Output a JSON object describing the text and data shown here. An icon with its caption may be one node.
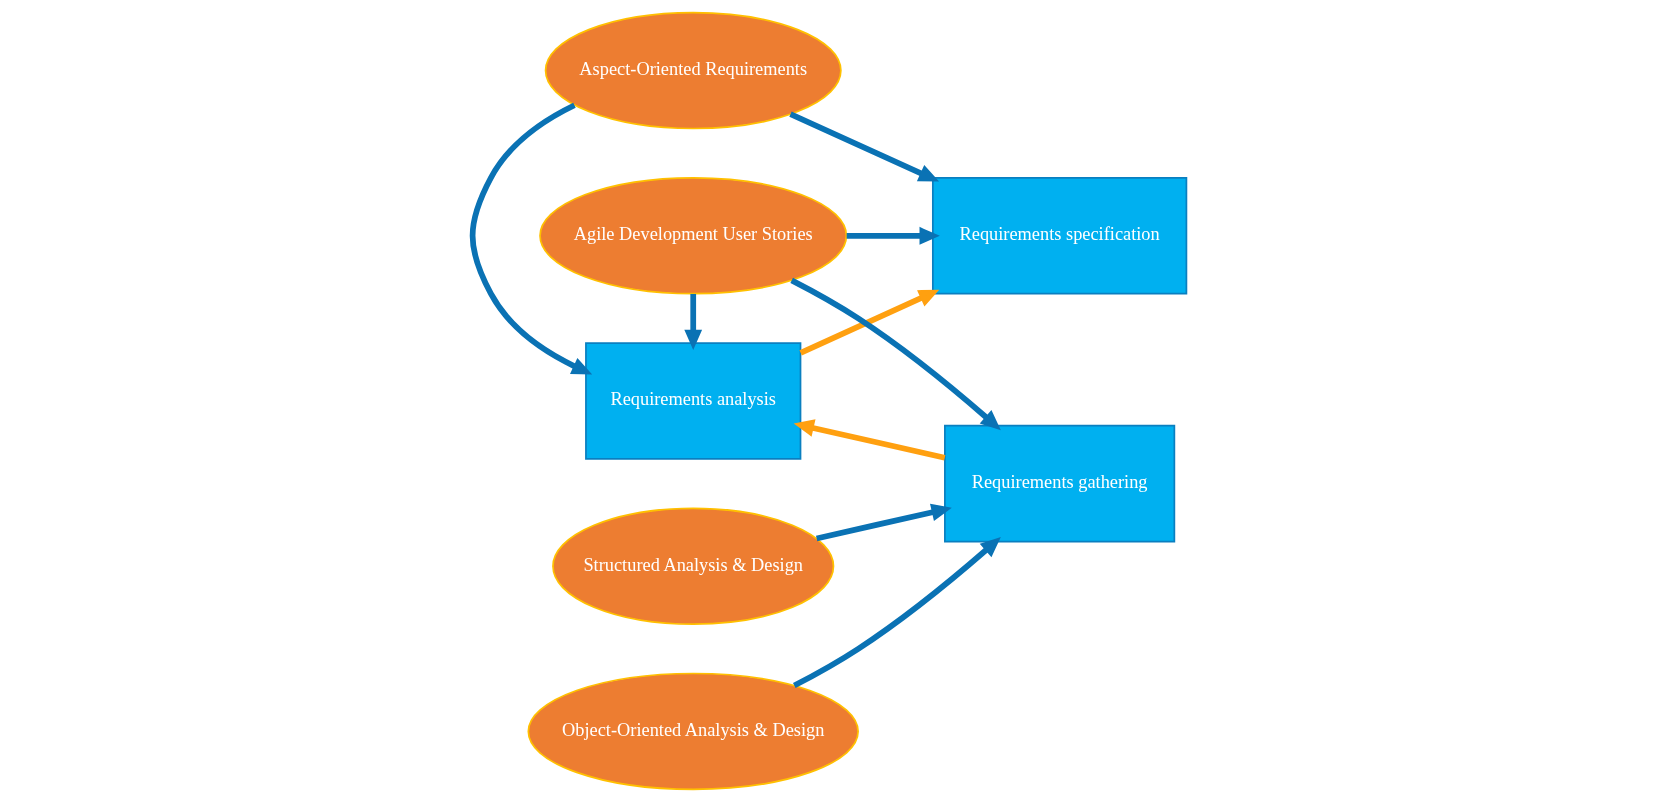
{
  "diagram": {
    "nodes": [
      {
        "text": [
          "Aspect-Oriented Requirements"
        ]
      },
      {
        "text": [
          "Object-Oriented Analysis & Design"
        ]
      },
      {
        "text": [
          "Requirements gathering"
        ]
      },
      {
        "text": [
          "Requirements analysis"
        ]
      },
      {
        "text": [
          "Requirements specification"
        ]
      },
      {
        "text": [
          "Structured Analysis & Design"
        ]
      },
      {
        "text": [
          "Agile Development User Stories"
        ]
      }
    ],
    "edges": [
      {
        "from": 1,
        "to": 2,
        "arrow": "to"
      },
      {
        "from": 5,
        "to": 2,
        "arrow": "to"
      },
      {
        "from": 2,
        "to": 3,
        "arrow": "to",
        "color": "#ffa010"
      },
      {
        "from": 3,
        "to": 4,
        "arrow": "to",
        "color": "#ffa010"
      },
      {
        "from": 0,
        "to": 3,
        "arrow": "to"
      },
      {
        "from": 0,
        "to": 4,
        "arrow": "to"
      },
      {
        "from": 6,
        "to": 2,
        "arrow": "to"
      },
      {
        "from": 6,
        "to": 3,
        "arrow": "to"
      },
      {
        "from": 6,
        "to": 4,
        "arrow": "to"
      }
    ]
  }
}
